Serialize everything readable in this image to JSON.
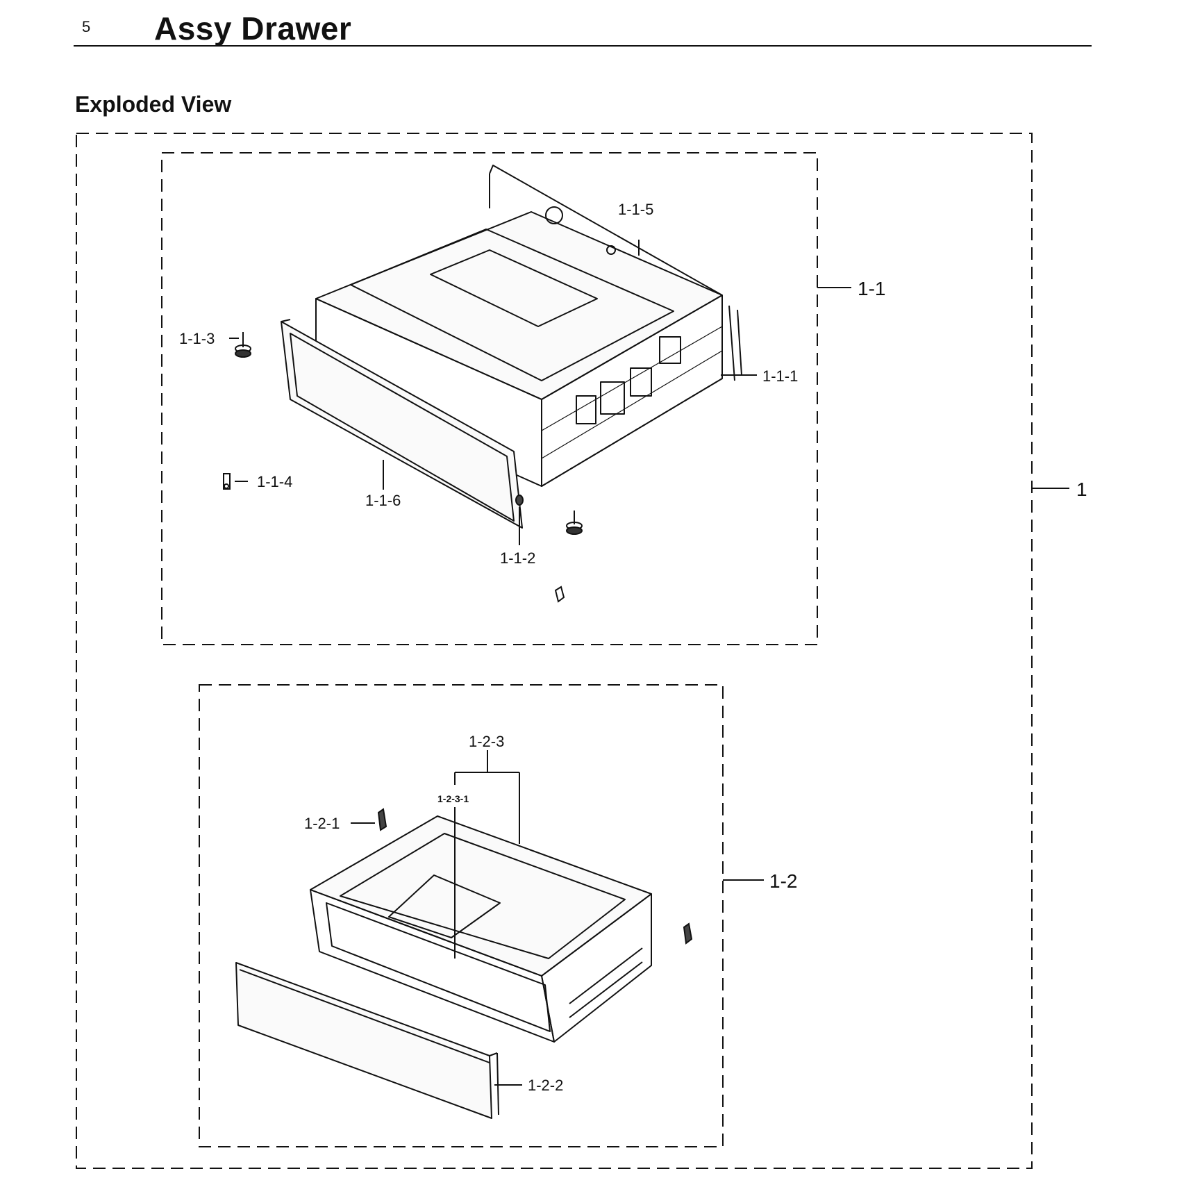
{
  "header": {
    "page_number": "5",
    "title": "Assy Drawer"
  },
  "section": {
    "title": "Exploded View"
  },
  "callouts": {
    "a1": "1",
    "a11": "1-1",
    "a111": "1-1-1",
    "a112": "1-1-2",
    "a113": "1-1-3",
    "a114": "1-1-4",
    "a115": "1-1-5",
    "a116": "1-1-6",
    "a12": "1-2",
    "a121": "1-2-1",
    "a122": "1-2-2",
    "a123": "1-2-3",
    "a1231": "1-2-3-1"
  }
}
